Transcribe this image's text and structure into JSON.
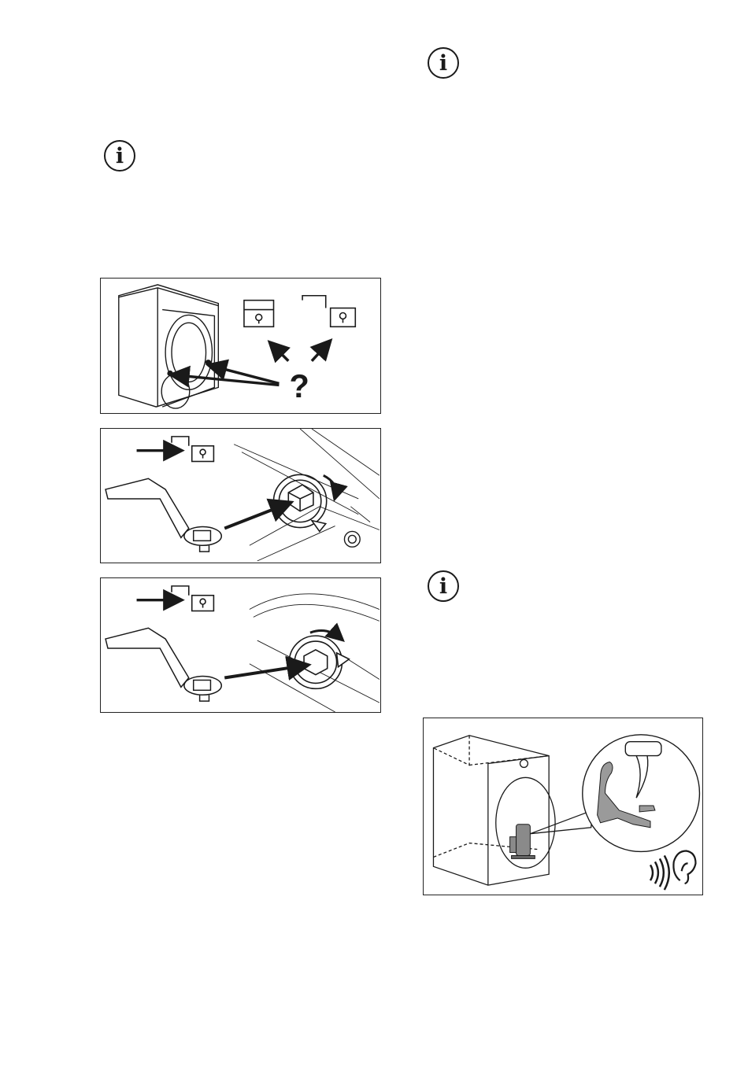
{
  "page": {
    "info_icons": [
      {
        "glyph": "i",
        "name": "info-icon-left"
      },
      {
        "glyph": "i",
        "name": "info-icon-right-top"
      },
      {
        "glyph": "i",
        "name": "info-icon-right-bottom"
      }
    ],
    "figures": {
      "locate_lock": {
        "glyph": "?"
      },
      "unlock_step_1": {},
      "unlock_step_2": {},
      "compressor_noise": {}
    },
    "colors": {
      "ink": "#1a1a1a",
      "compressor_grey": "#8a8a8a",
      "cat_grey": "#9a9a9a"
    }
  }
}
